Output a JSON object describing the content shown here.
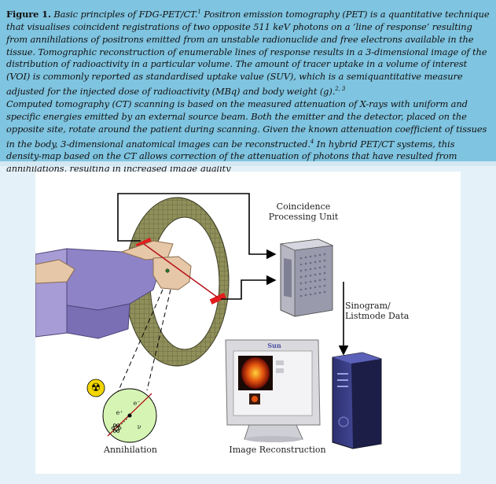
{
  "caption": {
    "label": "Figure 1.",
    "title": "Basic principles of FDG-PET/CT.",
    "ref1": "1",
    "para1": "Positron emission tomography (PET) is a quantitative technique that visualises coincident registrations of two opposite 511 keV photons on a ‘line of response’ resulting from annihilations of positrons emitted from an unstable radionuclide and free electrons available in the tissue. Tomographic reconstruction of enumerable lines of response results in a 3-dimensional image of the distribution of radioactivity in a particular volume. The amount of tracer uptake in a volume of interest (VOI) is commonly reported as standardised uptake value (SUV), which is a semiquantitative measure adjusted for the injected dose of radioactivity (MBq) and body weight (g).",
    "ref2": "2, 3",
    "para2a": "Computed tomography (CT) scanning is based on the measured attenuation of X-rays with uniform and specific energies emitted by an external source beam. Both the emitter and the detector, placed on the opposite site, rotate around the patient during scanning. Given the known attenuation coefficient of tissues in the body, 3-dimensional anatomical images can be reconstructed.",
    "ref3": "4",
    "para2b": "In hybrid PET/CT systems, this density-map based on the CT allows correction of the attenuation of photons that have resulted from annihilations, resulting in increased image quality"
  },
  "figure": {
    "coincidence_label_1": "Coincidence",
    "coincidence_label_2": "Processing Unit",
    "sinogram_label_1": "Sinogram/",
    "sinogram_label_2": "Listmode Data",
    "reconstruction_label": "Image Reconstruction",
    "annihilation_label": "Annihilation",
    "brand_label": "Sun",
    "particle_electron": "e⁻",
    "particle_positron": "e⁺",
    "particle_neutrino": "ν",
    "radiation_symbol": "☢"
  },
  "colors": {
    "caption_bg": "#7fc4e0",
    "page_bg": "#e4f1f8",
    "detector_ring": "#8f8f5a",
    "response_line": "#e21d1d",
    "patient_body": "#8f83c8",
    "patient_skin": "#e6c7a7",
    "radiation_yellow": "#f2d600",
    "annihilation_green": "#d6f5b4"
  }
}
